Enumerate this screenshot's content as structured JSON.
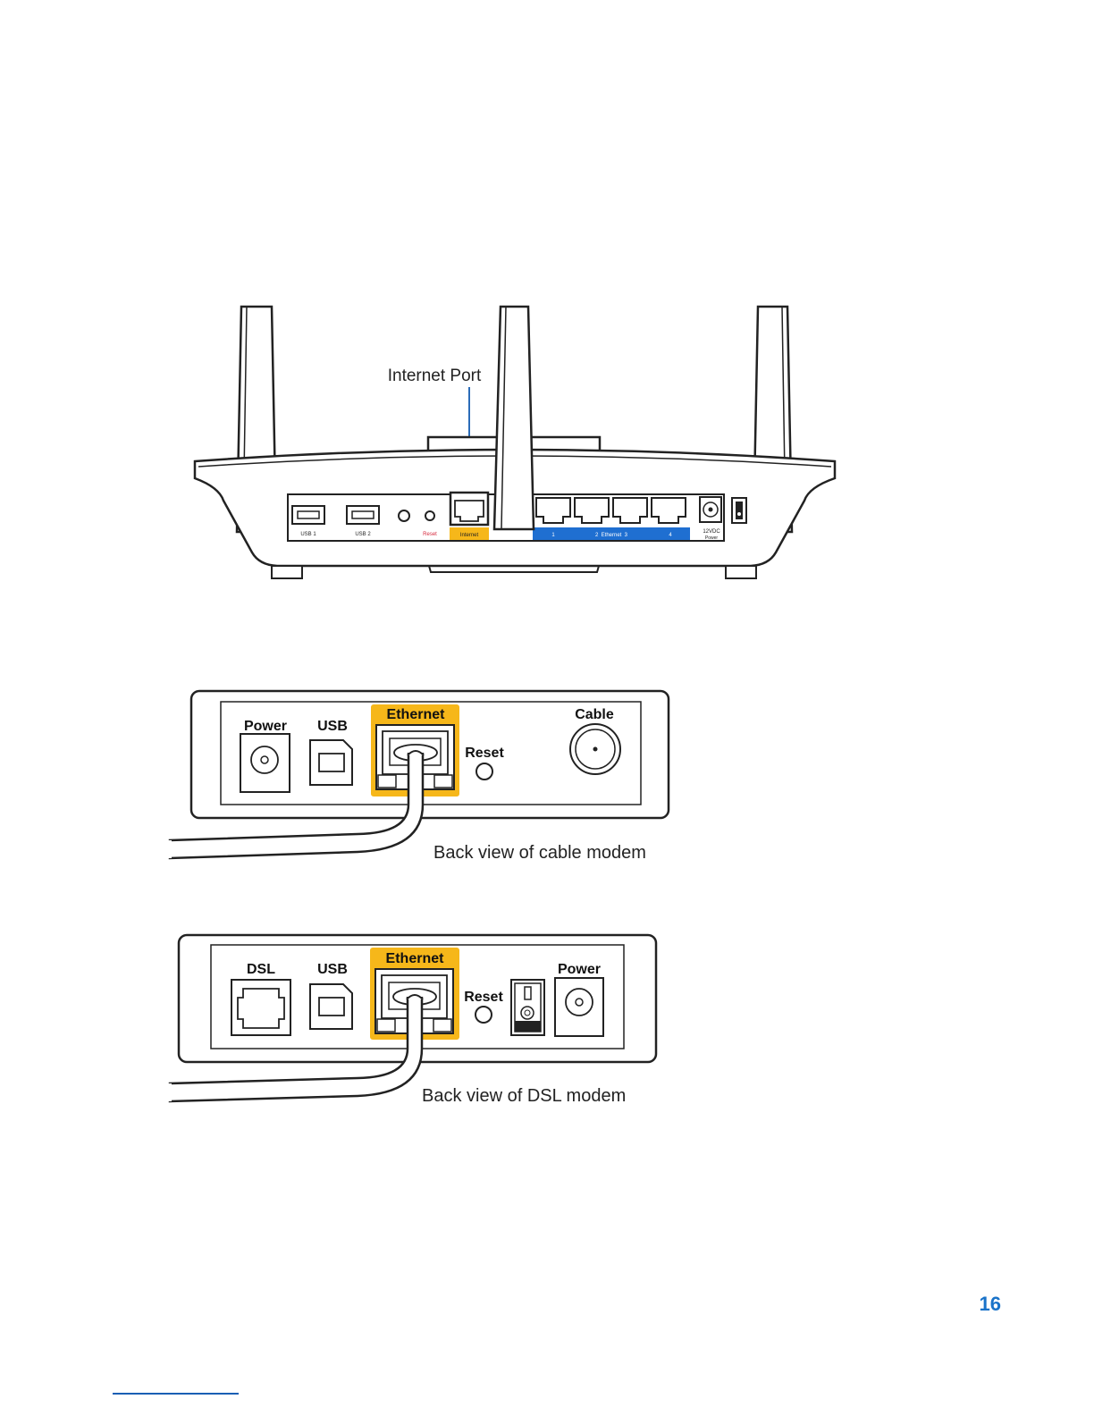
{
  "router": {
    "callout": "Internet Port",
    "ports": {
      "usb1": "USB 1",
      "usb2": "USB 2",
      "reset": "Reset",
      "internet": "Internet",
      "eth1": "1",
      "eth_label": "2  Ethernet  3",
      "eth4": "4",
      "power_v": "12VDC",
      "power_l": "Power"
    }
  },
  "cable_modem": {
    "caption": "Back view of cable modem",
    "power": "Power",
    "usb": "USB",
    "ethernet": "Ethernet",
    "reset": "Reset",
    "cable": "Cable"
  },
  "dsl_modem": {
    "caption": "Back view of DSL modem",
    "dsl": "DSL",
    "usb": "USB",
    "ethernet": "Ethernet",
    "reset": "Reset",
    "power": "Power"
  },
  "page_number": "16",
  "colors": {
    "highlight": "#f6b71a",
    "ethernet_blue": "#1f6fd1",
    "callout_line": "#2b6cb8",
    "page_number": "#1a73c9"
  }
}
